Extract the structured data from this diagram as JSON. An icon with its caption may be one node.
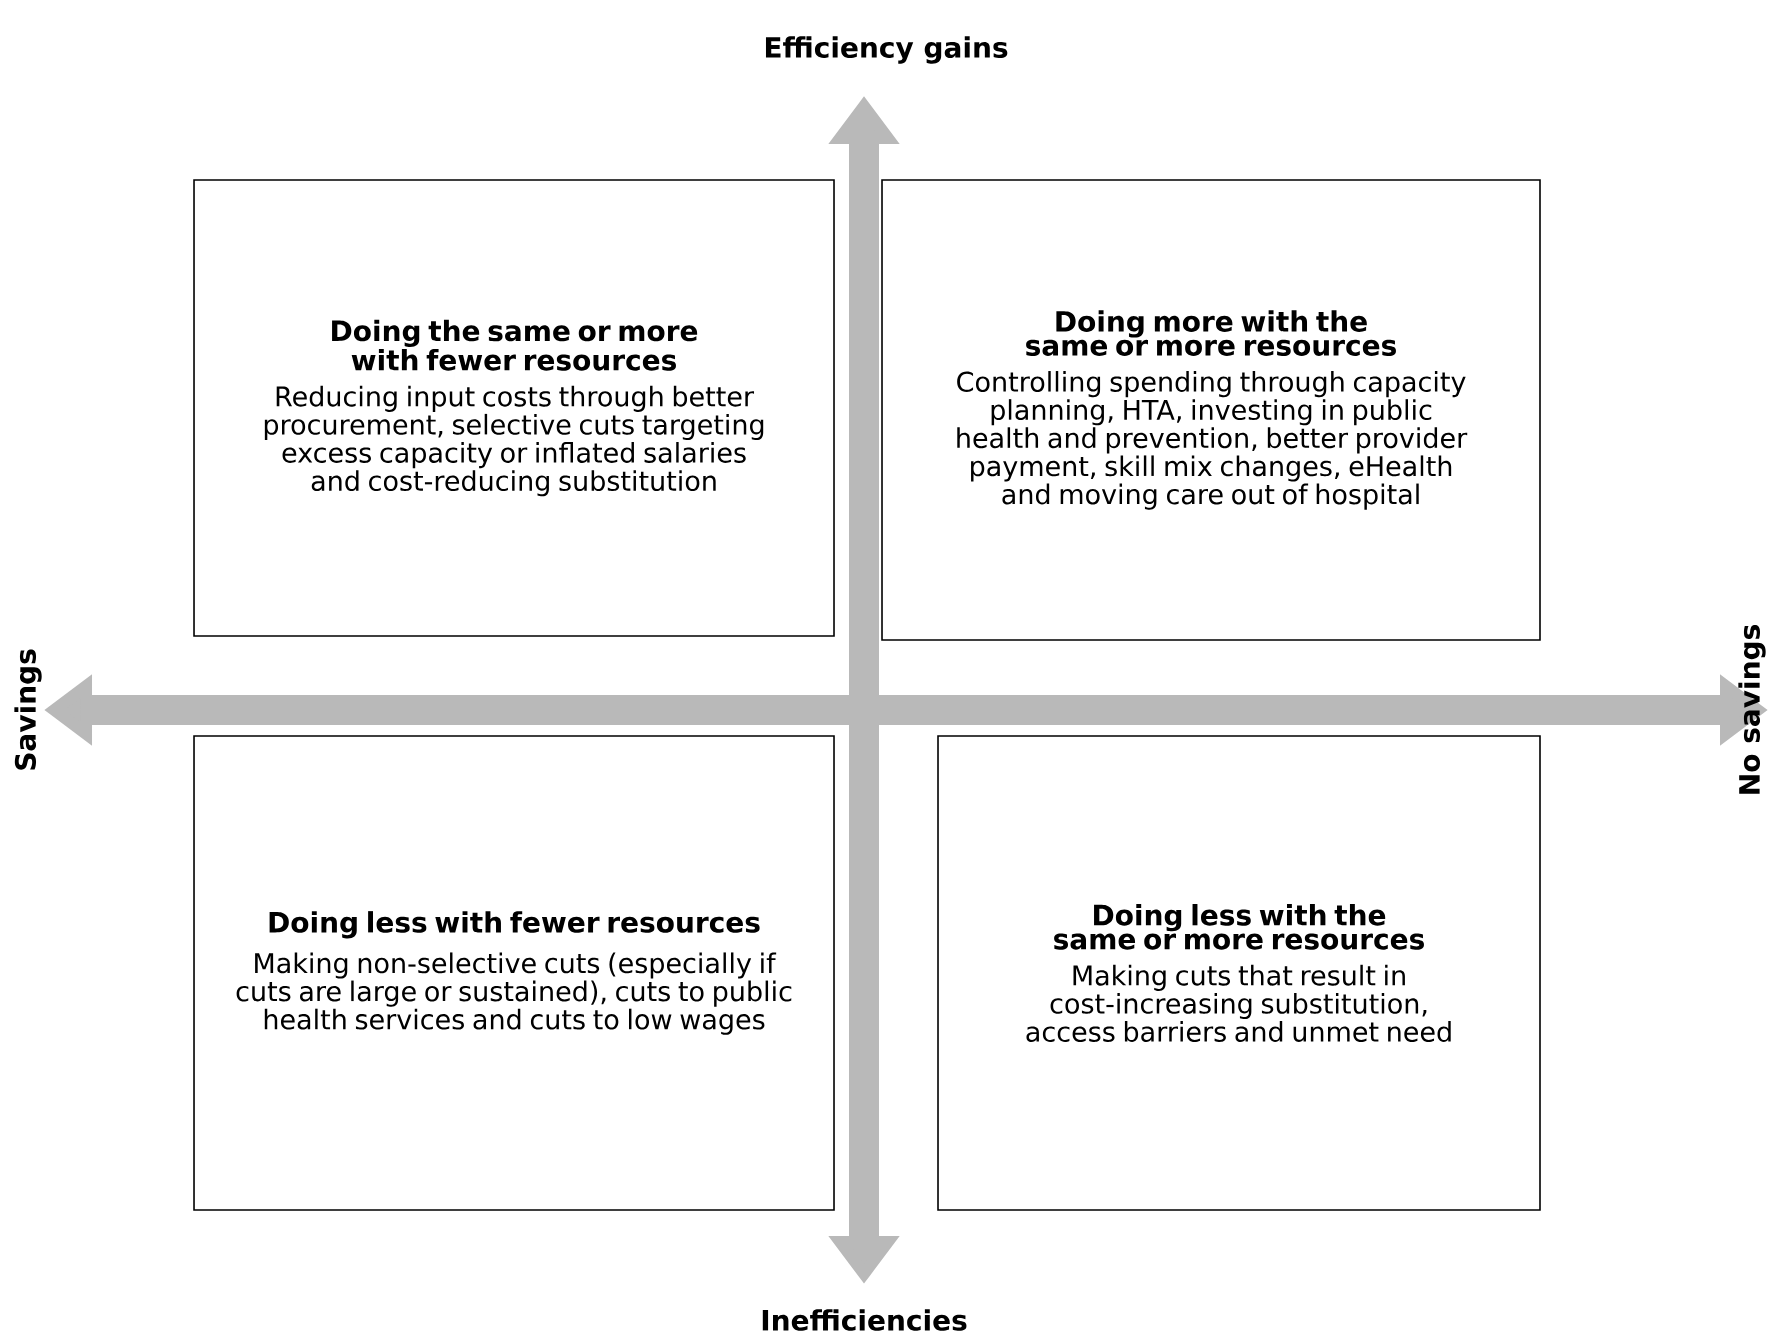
{
  "diagram": {
    "nodes": [
      {
        "text": [
          "Doing the same or more with fewer resources",
          "Reducing input costs through better procurement, selective cuts targeting excess capacity or inflated salaries and cost-reducing substitution"
        ]
      },
      {
        "text": [
          "Doing more with the same or more resources",
          "Controlling spending through capacity planning, HTA, investing in public health and prevention, better provider payment, skill mix changes, eHealth and moving care out of hospital"
        ]
      },
      {
        "text": [
          "Doing less with fewer resources",
          "Making non-selective cuts (especially if cuts are large or sustained), cuts to public health services and cuts to low wages"
        ]
      },
      {
        "text": [
          "Doing less with the same or more resources",
          "Making cuts that result in cost-increasing substitution, access barriers and unmet need"
        ]
      }
    ],
    "labels": [
      "Efficiency gains",
      "Savings",
      "No savings",
      "Inefficiencies"
    ]
  }
}
